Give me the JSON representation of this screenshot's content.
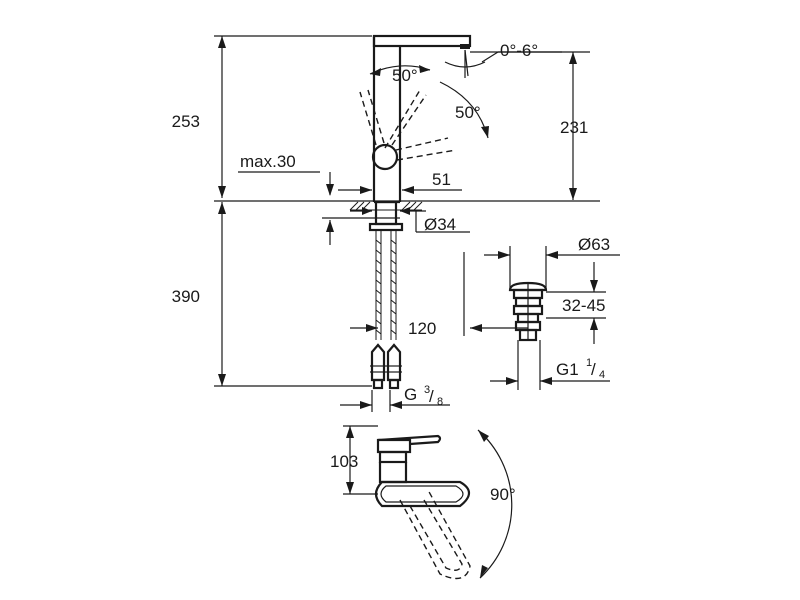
{
  "labels": {
    "height_total": "253",
    "height_spout": "231",
    "angle_tilt": "0°-6°",
    "angle_lever_left": "50°",
    "angle_lever_right": "50°",
    "deck_thickness": "max.30",
    "spout_offset": "51",
    "shank_diameter": "Ø34",
    "hose_length": "390",
    "waste_diameter": "Ø63",
    "waste_range": "32-45",
    "waste_spacing": "120",
    "waste_thread": "G1",
    "waste_thread_num": "1",
    "waste_thread_den": "4",
    "hose_thread": "G",
    "hose_thread_num": "3",
    "hose_thread_den": "8",
    "top_view_height": "103",
    "swivel_angle": "90°"
  }
}
